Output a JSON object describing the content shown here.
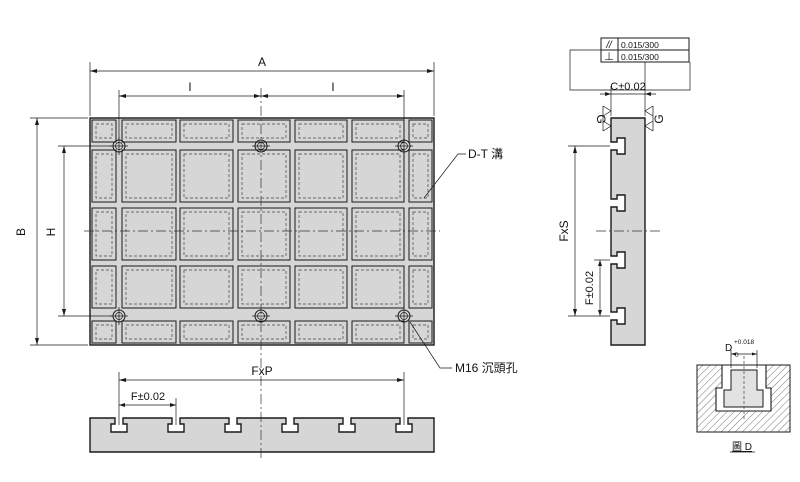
{
  "colors": {
    "body_fill": "#d6d6d6",
    "line": "#1a1a1a",
    "hatch": "#555555"
  },
  "top_view": {
    "dim_A": "A",
    "dim_l_left": "l",
    "dim_l_right": "l",
    "dim_B": "B",
    "dim_H": "H",
    "label_t_slot": "D-T 溝",
    "label_counterbore": "M16 沉頭孔"
  },
  "front_view": {
    "dim_FxP": "FxP",
    "dim_F": "F±0.02"
  },
  "side_view": {
    "tol_parallel_symbol": "//",
    "tol_parallel_value": "0.015/300",
    "tol_perp_symbol": "⊥",
    "tol_perp_value": "0.015/300",
    "dim_C": "C±0.02",
    "datum_left": "G",
    "datum_right": "G",
    "dim_FxS": "FxS",
    "dim_F": "F±0.02"
  },
  "detail_d": {
    "dim_D": "D",
    "dim_D_sub": "0",
    "dim_D_tol": "+0.018",
    "caption": "圖 D"
  }
}
